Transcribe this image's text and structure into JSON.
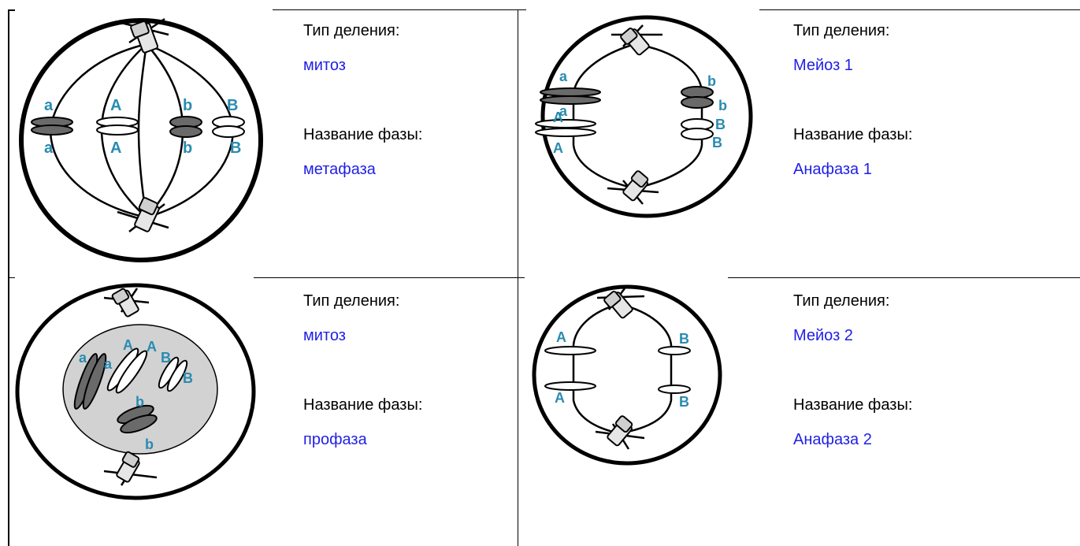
{
  "colors": {
    "answer_text": "#1f1fe6",
    "gene_label": "#2a8bb0",
    "cytoplasm_gray": "#d2d2d2",
    "dark_chromosome": "#6a6a6a"
  },
  "icons": [
    "centrosome-icon",
    "spindle-icon",
    "chromosome-icon"
  ],
  "cells": [
    {
      "division_type_label": "Тип деления:",
      "division_type_value": "митоз",
      "phase_label": "Название фазы:",
      "phase_value": "метафаза",
      "genes": [
        "a",
        "a",
        "A",
        "A",
        "b",
        "b",
        "B",
        "B"
      ]
    },
    {
      "division_type_label": "Тип деления:",
      "division_type_value": "Мейоз 1",
      "phase_label": "Название фазы:",
      "phase_value": "Анафаза 1",
      "genes": [
        "a",
        "a",
        "A",
        "A",
        "b",
        "b",
        "B",
        "B"
      ]
    },
    {
      "division_type_label": "Тип деления:",
      "division_type_value": "митоз",
      "phase_label": "Название фазы:",
      "phase_value": "профаза",
      "genes": [
        "a",
        "a",
        "A",
        "A",
        "B",
        "B",
        "b",
        "b"
      ]
    },
    {
      "division_type_label": "Тип деления:",
      "division_type_value": "Мейоз 2",
      "phase_label": "Название фазы:",
      "phase_value": "Анафаза 2",
      "genes": [
        "A",
        "A",
        "B",
        "B"
      ]
    }
  ]
}
